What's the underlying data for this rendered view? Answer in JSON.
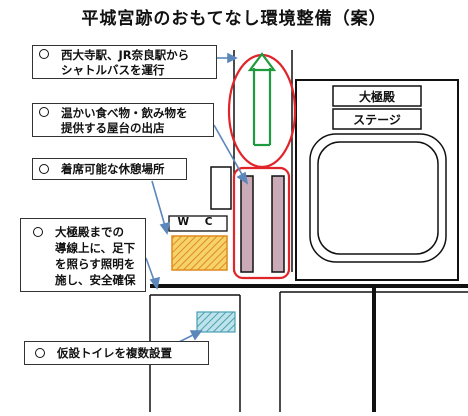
{
  "title": "平城宮跡のおもてなし環境整備（案）",
  "labels": {
    "daigokuden": "大極殿",
    "stage": "ステージ",
    "wc": "W C"
  },
  "callouts": [
    {
      "text": "西大寺駅、JR奈良駅から\nシャトルバスを運行"
    },
    {
      "text": "温かい食べ物・飲み物を\n提供する屋台の出店"
    },
    {
      "text": "着席可能な休憩場所"
    },
    {
      "text": "大極殿までの\n導線上に、足下\nを照らす照明を\n施し、安全確保"
    },
    {
      "text": "仮設トイレを複数設置"
    }
  ],
  "colors": {
    "red": "#e0242a",
    "green": "#1f9a3c",
    "blue": "#5b87bb",
    "pink": "#c9aab6",
    "orange": "#f2a43a",
    "teal": "#6fb7c7"
  }
}
